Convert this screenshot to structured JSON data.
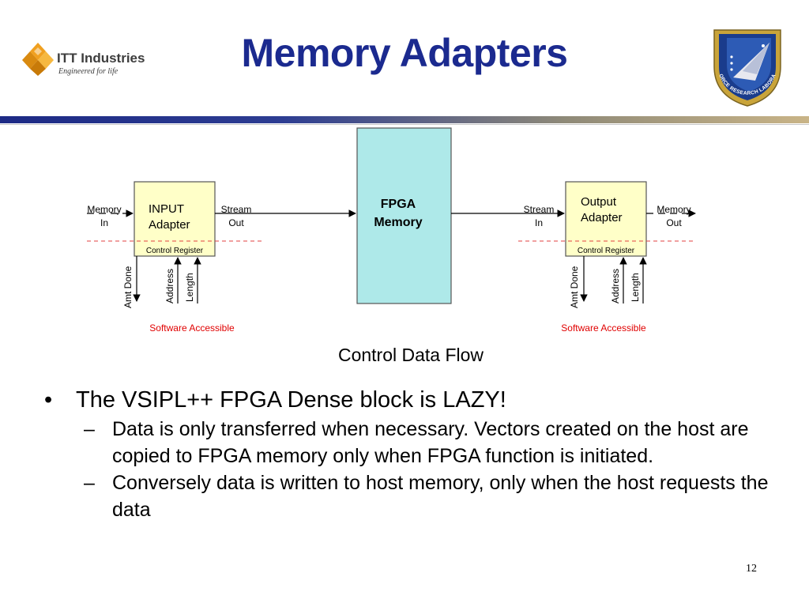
{
  "slide": {
    "title": "Memory Adapters",
    "page_number": "12"
  },
  "logo_left": {
    "name": "ITT Industries",
    "tagline": "Engineered for life"
  },
  "logo_right": {
    "seal_text": "AIR FORCE RESEARCH LABORATORY"
  },
  "diagram": {
    "fpga": {
      "line1": "FPGA",
      "line2": "Memory"
    },
    "input_adapter": {
      "line1": "INPUT",
      "line2": "Adapter",
      "control_register": "Control Register",
      "in_label_1": "Memory",
      "in_label_2": "In",
      "out_label_1": "Stream",
      "out_label_2": "Out",
      "signals": [
        "Amt Done",
        "Address",
        "Length"
      ],
      "software_note": "Software Accessible"
    },
    "output_adapter": {
      "line1": "Output",
      "line2": "Adapter",
      "control_register": "Control Register",
      "in_label_1": "Stream",
      "in_label_2": "In",
      "out_label_1": "Memory",
      "out_label_2": "Out",
      "signals": [
        "Amt Done",
        "Address",
        "Length"
      ],
      "software_note": "Software Accessible"
    },
    "caption": "Control Data Flow",
    "colors": {
      "fpga_fill": "#aee9e9",
      "adapter_fill": "#ffffc8",
      "dashed_line": "#e04040",
      "note_text": "#e00000"
    }
  },
  "bullets": [
    {
      "text": "The VSIPL++ FPGA Dense block is LAZY!",
      "sub": [
        "Data is only transferred when necessary.   Vectors created on the host are copied to FPGA memory only when  FPGA function is initiated.",
        "Conversely data is written to host memory, only when the host requests the data"
      ]
    }
  ]
}
